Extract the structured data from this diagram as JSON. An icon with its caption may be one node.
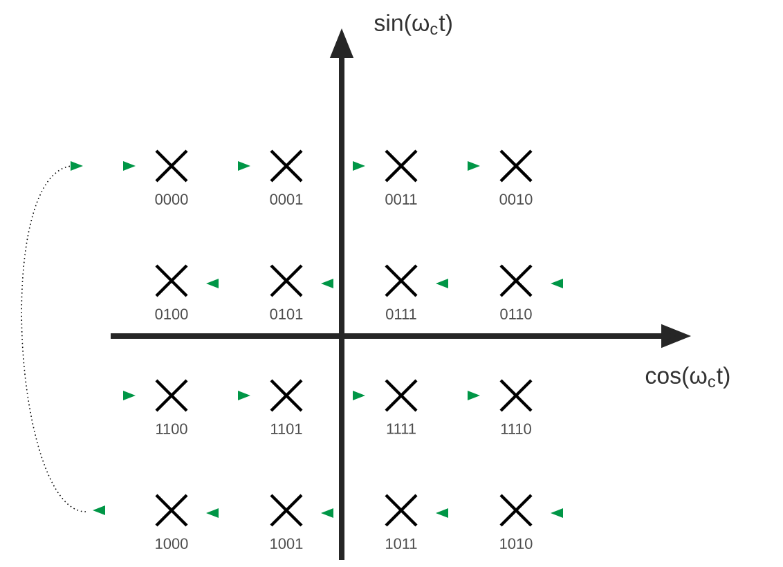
{
  "diagram": {
    "labels": [
      "sin(ω$_{c}$t)",
      "0000",
      "0001",
      "0011",
      "0010",
      "0100",
      "0101",
      "0111",
      "0110",
      "1100",
      "1101",
      "1111",
      "1110",
      "1000",
      "1001",
      "1011",
      "1010",
      "cos(ω$_{c}$t)"
    ]
  }
}
